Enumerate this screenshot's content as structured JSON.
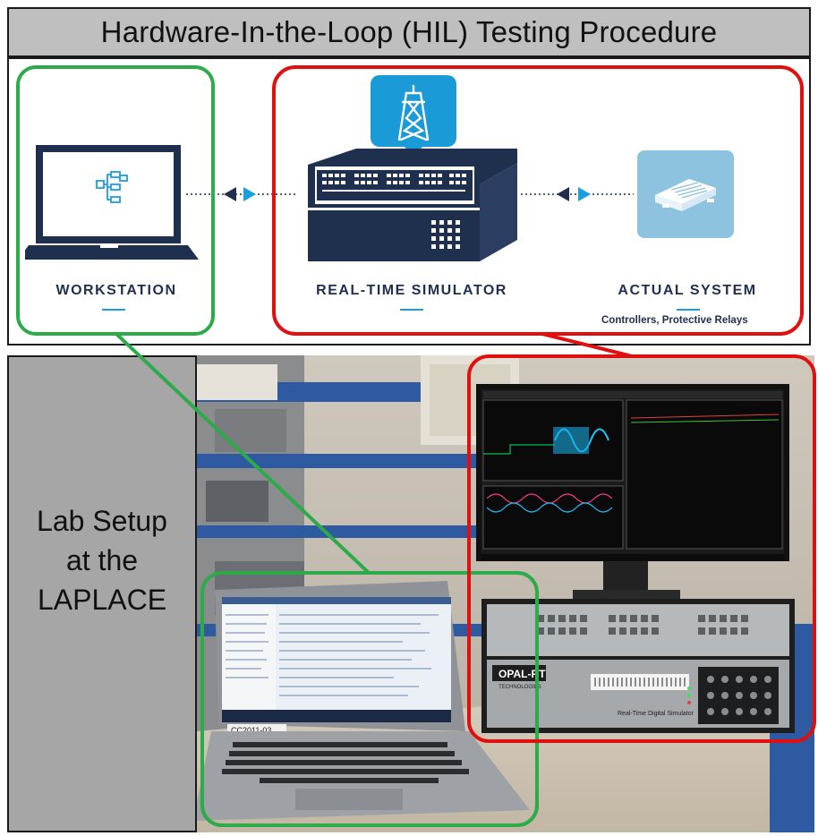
{
  "title": "Hardware-In-the-Loop (HIL) Testing Procedure",
  "diagram": {
    "workstation_label": "WORKSTATION",
    "simulator_label": "REAL-TIME SIMULATOR",
    "actual_system_label": "ACTUAL SYSTEM",
    "actual_system_sub": "Controllers,  Protective Relays"
  },
  "lab": {
    "line1": "Lab Setup",
    "line2": "at the",
    "line3": "LAPLACE"
  },
  "photo": {
    "device_brand": "OPAL-RT",
    "device_brand_sub": "TECHNOLOGIES",
    "device_caption": "Real-Time Digital Simulator",
    "laptop_tag": "CC2011-03"
  },
  "colors": {
    "green_frame": "#2daa4a",
    "red_frame": "#e01010",
    "navy": "#1f2f4e",
    "accent_blue": "#1aa0dc",
    "icon_blue": "#1a9ad6",
    "device_light_blue": "#8ec3e0"
  }
}
